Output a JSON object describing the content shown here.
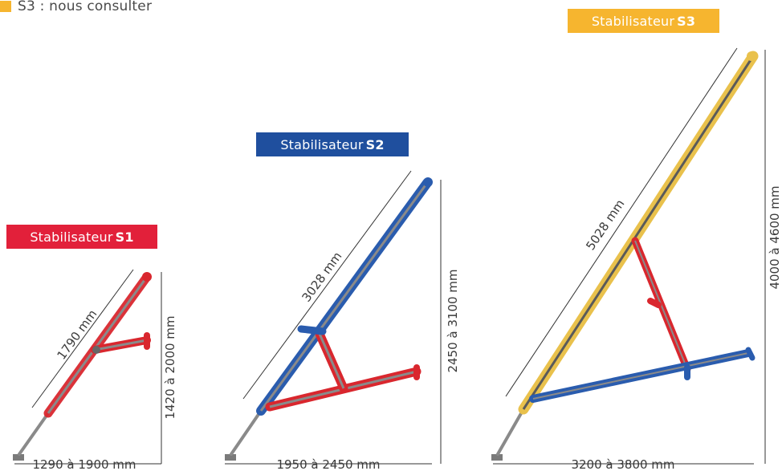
{
  "note": {
    "text": "S3 : nous consulter",
    "color": "#f6b52f"
  },
  "stabilizers": [
    {
      "id": "S1",
      "prefix": "Stabilisateur",
      "code": "S1",
      "color": "#e2203a",
      "length": "1790 mm",
      "height": "1420 à 2000 mm",
      "width": "1290 à 1900 mm"
    },
    {
      "id": "S2",
      "prefix": "Stabilisateur",
      "code": "S2",
      "color": "#1f4f9e",
      "length": "3028 mm",
      "height": "2450 à 3100 mm",
      "width": "1950 à 2450 mm"
    },
    {
      "id": "S3",
      "prefix": "Stabilisateur",
      "code": "S3",
      "color": "#f6b52f",
      "length": "5028 mm",
      "height": "4000 à 4600 mm",
      "width": "3200 à 3800 mm"
    }
  ],
  "colors": {
    "metal": "#8a8a8a",
    "red": "#d9272e",
    "blue": "#2a5cae",
    "yellow": "#e9c14c",
    "dimension_line": "#333333"
  }
}
